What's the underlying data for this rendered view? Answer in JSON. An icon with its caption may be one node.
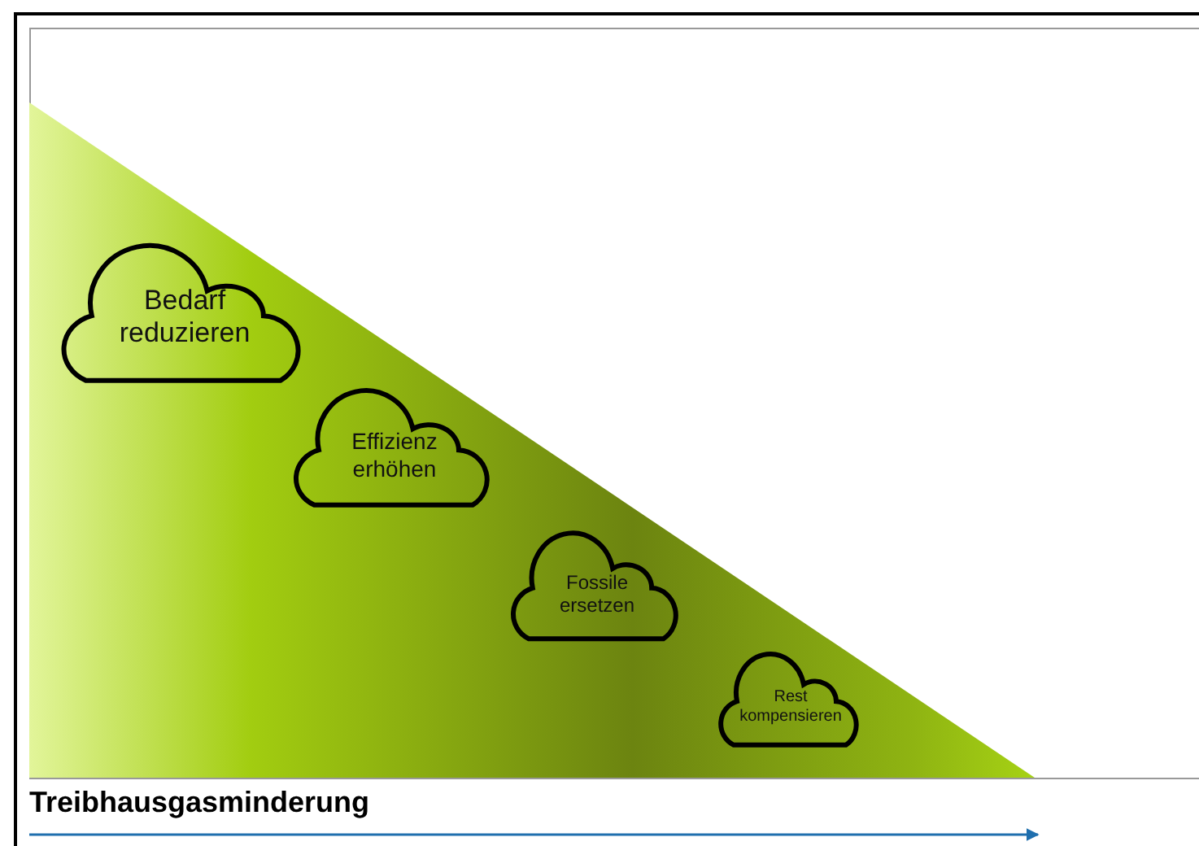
{
  "diagram": {
    "nodes": [
      {
        "text": [
          "Bedarf reduzieren"
        ]
      },
      {
        "text": [
          "Effizienz erhöhen"
        ]
      },
      {
        "text": [
          "Fossile ersetzen"
        ]
      },
      {
        "text": [
          "Rest kompensieren"
        ]
      }
    ],
    "labels": [
      "Treibhausgasminderung"
    ]
  }
}
